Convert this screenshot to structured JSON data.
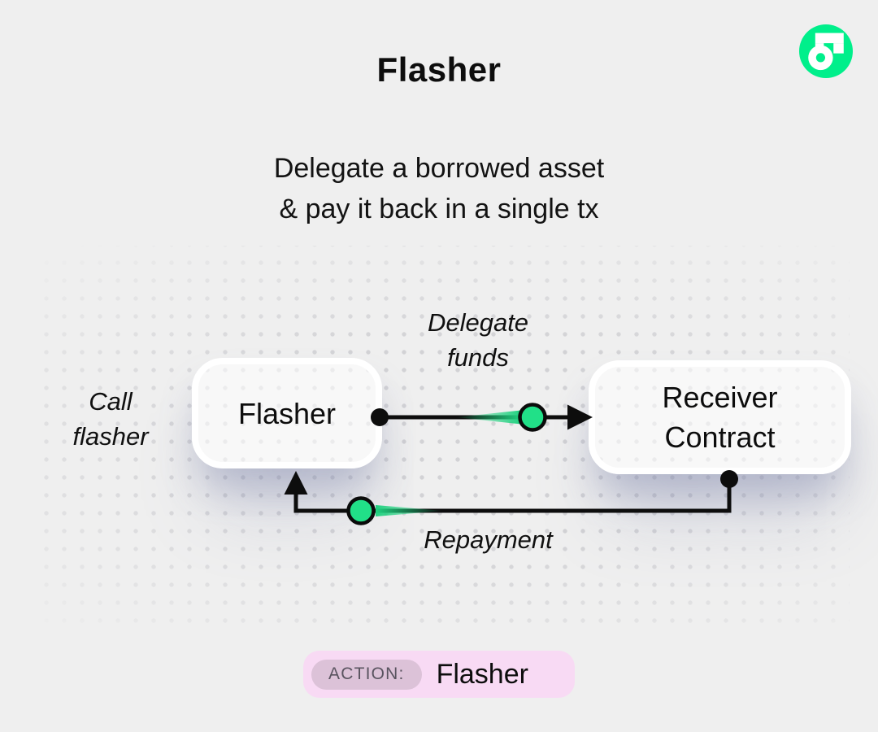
{
  "header": {
    "title": "Flasher"
  },
  "subtitle": {
    "line1": "Delegate a borrowed asset",
    "line2": "& pay it back in a single tx"
  },
  "logo": {
    "label": "flow-logo",
    "brand_color": "#00EF8B"
  },
  "diagram": {
    "flasher_node": {
      "label": "Flasher"
    },
    "receiver_node": {
      "line1": "Receiver",
      "line2": "Contract"
    },
    "call_label": {
      "line1": "Call",
      "line2": "flasher"
    },
    "delegate_label": {
      "line1": "Delegate",
      "line2": "funds"
    },
    "repayment_label": "Repayment",
    "token_color": "#21E088",
    "line_color": "#0D0D0D"
  },
  "action_bar": {
    "badge": "ACTION:",
    "value": "Flasher",
    "bar_bg": "#F8DAF4",
    "badge_bg": "#DCC2D8"
  }
}
